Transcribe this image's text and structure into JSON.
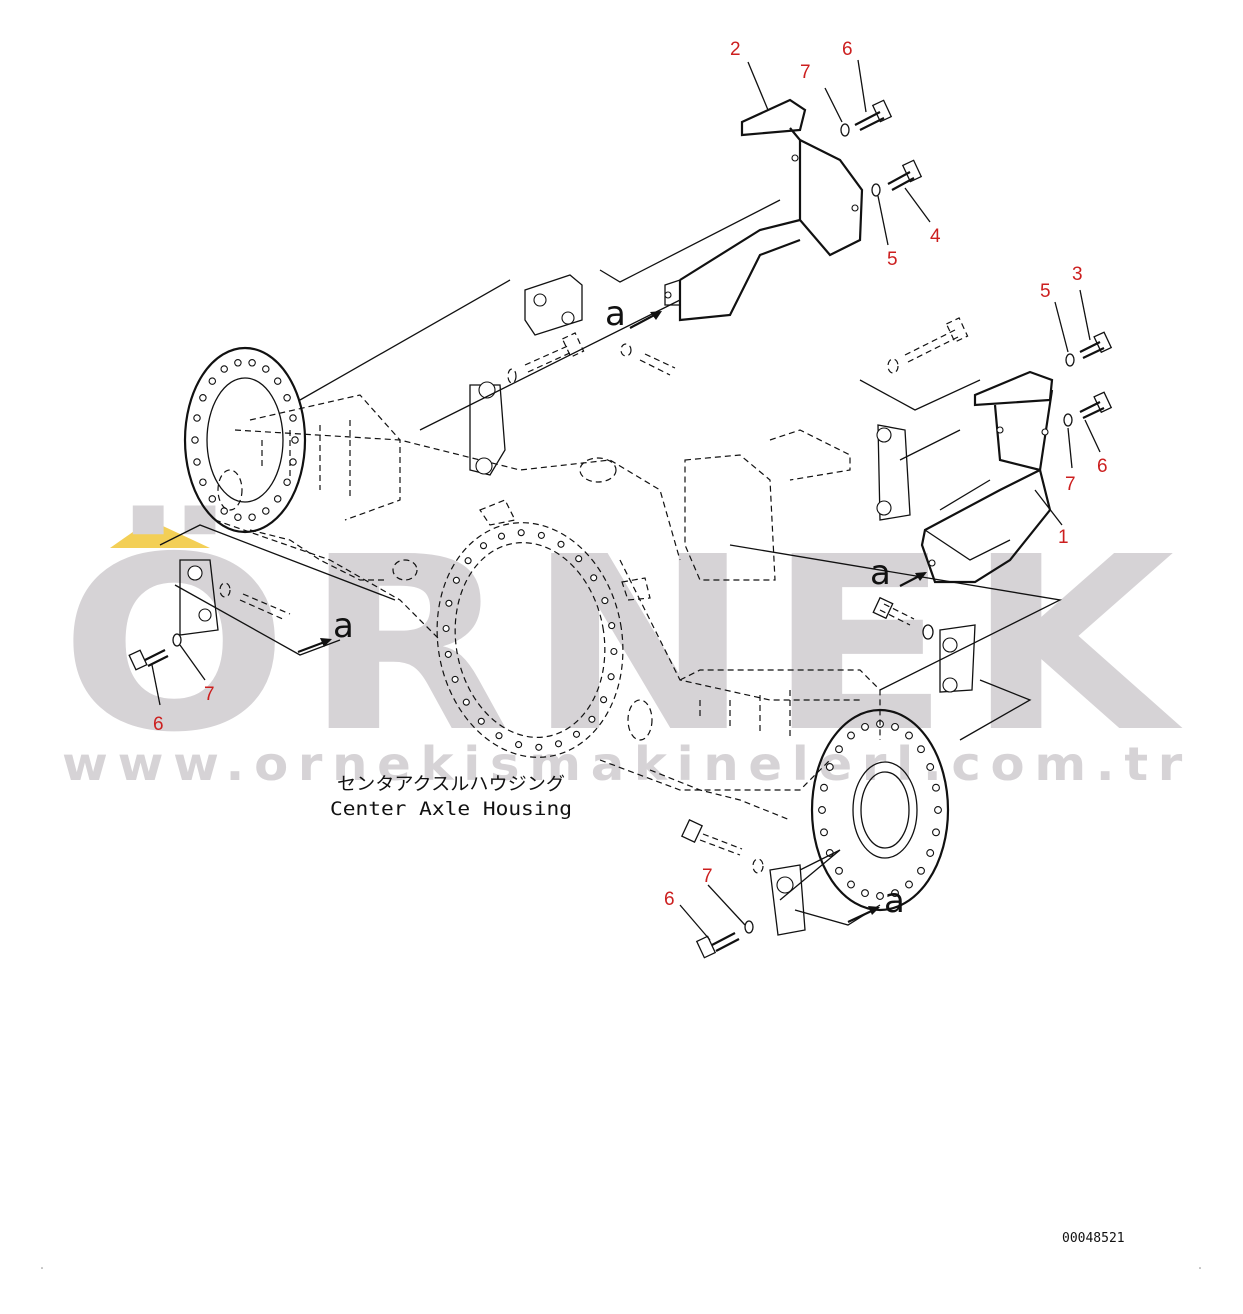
{
  "diagram": {
    "label_jp": "センタアクスルハウジング",
    "label_en": "Center Axle Housing",
    "drawing_number": "00048521",
    "view_marker": "a",
    "callouts": [
      "2",
      "6",
      "7",
      "4",
      "5",
      "3",
      "5",
      "6",
      "7",
      "1",
      "7",
      "6",
      "6",
      "7"
    ]
  },
  "watermark": {
    "brand": "ÖRNEK",
    "url": "www.ornekismakinelerl.com.tr"
  },
  "colors": {
    "callout": "#cc1f1f",
    "line": "#111111",
    "watermark": "#d6d3d6",
    "watermark_accent": "#f3cf56"
  }
}
